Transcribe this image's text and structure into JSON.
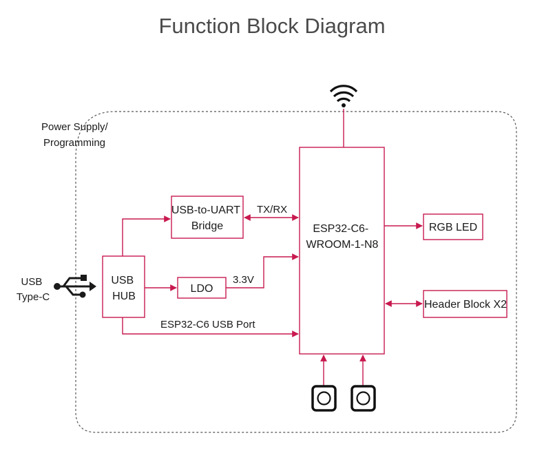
{
  "title": "Function Block Diagram",
  "region_label": [
    "Power Supply/",
    "Programming"
  ],
  "usb_label": [
    "USB",
    "Type-C"
  ],
  "blocks": {
    "usb_hub": [
      "USB",
      "HUB"
    ],
    "usb_uart": [
      "USB-to-UART",
      "Bridge"
    ],
    "ldo": "LDO",
    "esp32": [
      "ESP32-C6-",
      "WROOM-1-N8"
    ],
    "rgb_led": "RGB LED",
    "header": "Header Block X2"
  },
  "signals": {
    "txrx": "TX/RX",
    "v33": "3.3V",
    "usb_port": "ESP32-C6 USB Port"
  },
  "icons": {
    "wifi": "wifi-icon",
    "usb": "usb-icon",
    "buttons": [
      "button-icon",
      "button-icon"
    ]
  },
  "colors": {
    "accent": "#c8194f",
    "border": "#555555",
    "title": "#4a4a4a"
  }
}
